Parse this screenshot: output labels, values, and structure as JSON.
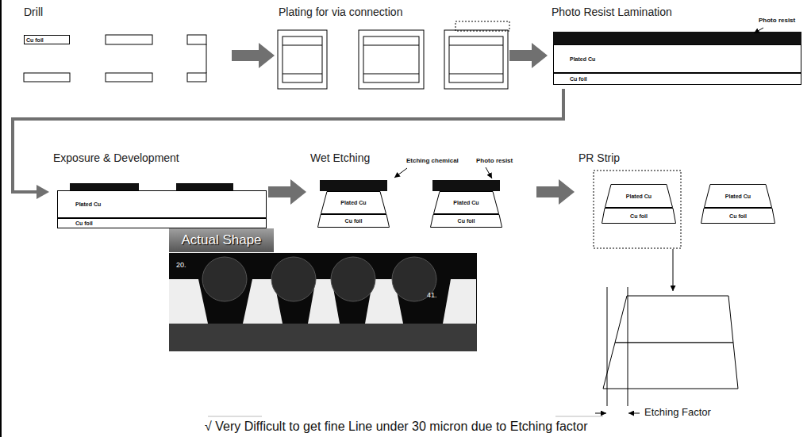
{
  "diagram": {
    "caption": "√ Very Difficult to get fine Line under 30 micron due to Etching factor",
    "nodes": [
      {
        "text": [
          "Drill"
        ]
      },
      {
        "text": [
          "Cu foil"
        ],
        "in": 0
      },
      {
        "text": [
          "Plating for via connection"
        ]
      },
      {
        "text": [
          "Photo Resist Lamination"
        ]
      },
      {
        "text": [
          "Plated Cu"
        ],
        "in": 3
      },
      {
        "text": [
          "Cu foil"
        ],
        "in": 3
      },
      {
        "text": [
          "Exposure & Development"
        ]
      },
      {
        "text": [
          "Plated Cu"
        ],
        "in": 6
      },
      {
        "text": [
          "Cu foil"
        ],
        "in": 6
      },
      {
        "text": [
          "Wet Etching"
        ]
      },
      {
        "text": [
          "Plated Cu"
        ],
        "in": 9
      },
      {
        "text": [
          "Cu foil"
        ],
        "in": 9
      },
      {
        "text": [
          "Plated Cu"
        ],
        "in": 9
      },
      {
        "text": [
          "Cu foil"
        ],
        "in": 9
      },
      {
        "text": [
          "PR Strip"
        ]
      },
      {
        "text": [
          "Plated Cu"
        ],
        "in": 14
      },
      {
        "text": [
          "Cu foil"
        ],
        "in": 14
      },
      {
        "text": [
          "Plated Cu"
        ],
        "in": 14
      },
      {
        "text": [
          "Cu foil"
        ],
        "in": 14
      },
      {
        "text": [
          "Actual Shape"
        ]
      }
    ],
    "edges": [
      {
        "from": 0,
        "to": 2,
        "arrow": "to"
      },
      {
        "from": 2,
        "to": 3,
        "arrow": "to"
      },
      {
        "from": 3,
        "to": 6,
        "arrow": "to"
      },
      {
        "from": 6,
        "to": 9,
        "arrow": "to"
      },
      {
        "from": 9,
        "to": 14,
        "arrow": "to"
      }
    ],
    "labels": [
      "Photo resist",
      "Etching chemical",
      "Photo resist",
      "20.",
      "41.",
      "Etching Factor"
    ]
  }
}
